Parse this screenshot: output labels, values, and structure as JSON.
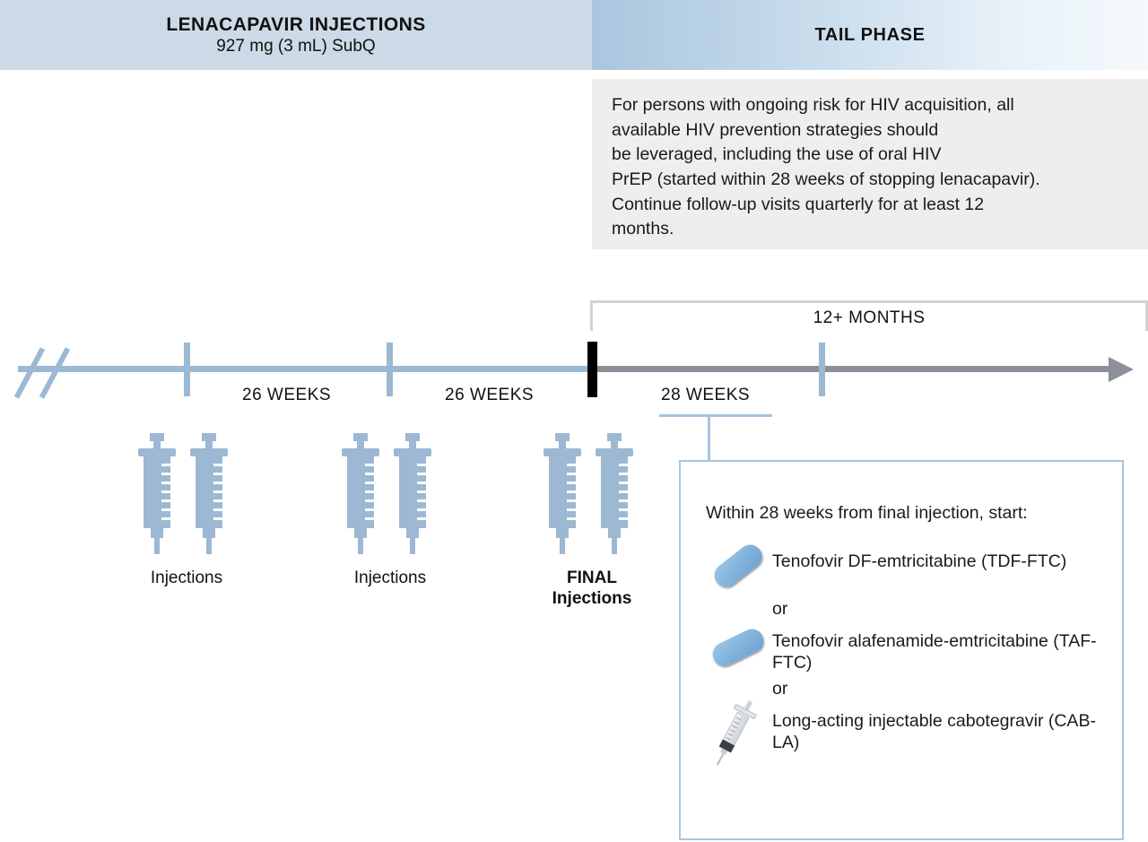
{
  "header": {
    "left_title": "LENACAPAVIR INJECTIONS",
    "left_subtitle": "927 mg (3 mL) SubQ",
    "right_title": "TAIL PHASE",
    "left_bg": "#cbdae6",
    "right_gradient_from": "#a9c6de",
    "right_gradient_to": "#f4f9fc"
  },
  "tail_note": {
    "text": "For persons with ongoing risk for HIV acquisition, all\navailable HIV prevention strategies should\nbe leveraged, including the use of oral HIV\nPrEP (started within 28 weeks of stopping lenacapavir).\nContinue follow-up visits quarterly for at least 12\nmonths.",
    "bg": "#eeeeee"
  },
  "timeline": {
    "bracket_label": "12+ MONTHS",
    "bracket_color": "#d2d2d2",
    "axis_color_injection_phase": "#9cb9d3",
    "axis_color_tail_phase": "#8b9099",
    "final_marker_color": "#000000",
    "break_symbol": "double-slash",
    "segments": [
      {
        "label": "26 WEEKS"
      },
      {
        "label": "26 WEEKS"
      },
      {
        "label": "28 WEEKS"
      }
    ]
  },
  "injection_groups": [
    {
      "caption": "Injections",
      "bold": false,
      "syringes": 2
    },
    {
      "caption": "Injections",
      "bold": false,
      "syringes": 2
    },
    {
      "caption_line1": "FINAL",
      "caption_line2": "Injections",
      "bold": true,
      "syringes": 2
    }
  ],
  "med_panel": {
    "intro": "Within 28 weeks from final injection, start:",
    "or_label": "or",
    "border_color": "#a8c4dd",
    "options": [
      {
        "icon": "pill-icon",
        "text": "Tenofovir DF-emtricitabine (TDF-FTC)"
      },
      {
        "icon": "pill-icon",
        "text": "Tenofovir alafenamide-emtricitabine (TAF-FTC)"
      },
      {
        "icon": "syringe-icon",
        "text": "Long-acting injectable cabotegravir (CAB-LA)"
      }
    ]
  }
}
